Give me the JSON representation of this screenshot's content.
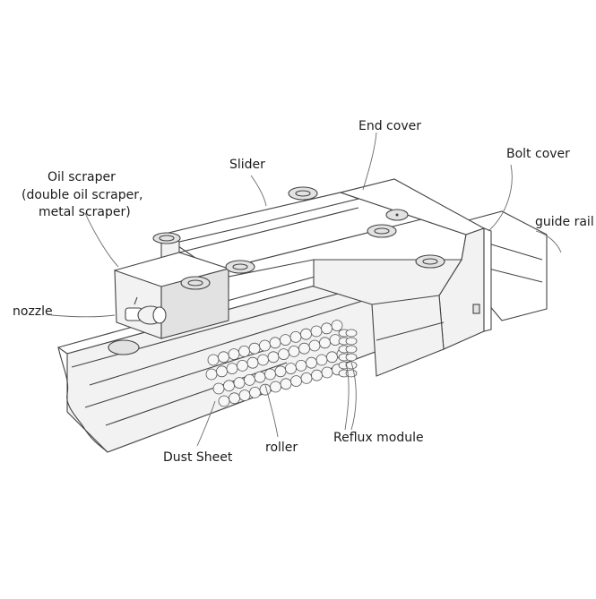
{
  "labels": {
    "end_cover": "End cover",
    "slider": "Slider",
    "bolt_cover": "Bolt cover",
    "oil_scraper_line1": "Oil scraper",
    "oil_scraper_line2": "(double oil scraper,",
    "oil_scraper_line3": "metal scraper)",
    "guide_rail": "guide rail",
    "nozzle": "nozzle",
    "reflux_module": "Reflux module",
    "roller": "roller",
    "dust_sheet": "Dust Sheet"
  }
}
